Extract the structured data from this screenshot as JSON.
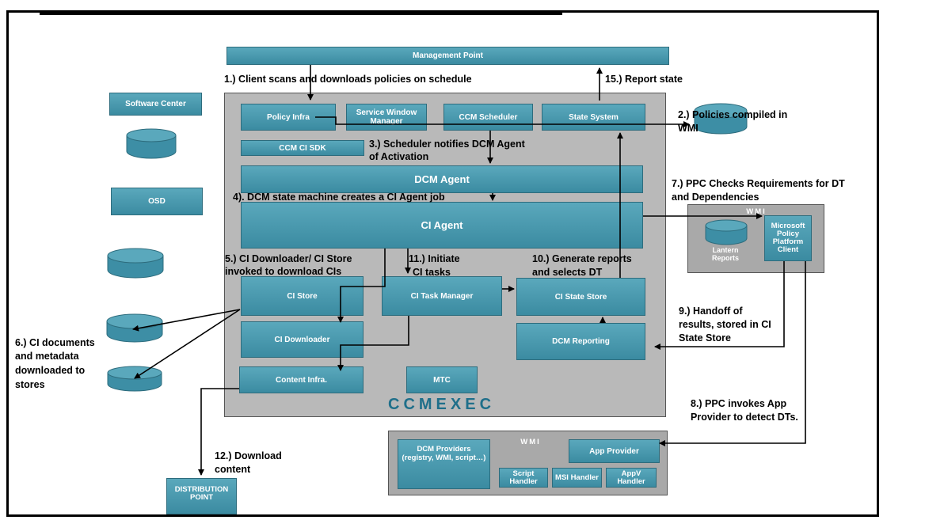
{
  "boxes": {
    "management_point": "Management Point",
    "software_center": "Software Center",
    "osd": "OSD",
    "policy_infra": "Policy Infra",
    "service_window_manager": "Service Window Manager",
    "ccm_scheduler": "CCM Scheduler",
    "state_system": "State System",
    "ccm_ci_sdk": "CCM CI SDK",
    "dcm_agent": "DCM Agent",
    "ci_agent": "CI Agent",
    "ci_store": "CI Store",
    "ci_task_manager": "CI Task Manager",
    "ci_state_store": "CI State Store",
    "ci_downloader": "CI Downloader",
    "dcm_reporting": "DCM Reporting",
    "content_infra": "Content Infra.",
    "mtc": "MTC",
    "ccmexec": "CCMEXEC",
    "wmi_right": "WMI",
    "lantern_reports": "Lantern Reports",
    "ppc": "Microsoft Policy Platform Client",
    "wmi_bottom": "WMI",
    "dcm_providers": "DCM Providers (registry, WMI, script…)",
    "app_provider": "App Provider",
    "script_handler": "Script Handler",
    "msi_handler": "MSI Handler",
    "appv_handler": "AppV Handler",
    "distribution_point": "DISTRIBUTION POINT"
  },
  "steps": {
    "s1": "1.) Client scans and downloads policies on schedule",
    "s15": "15.) Report state",
    "s2a": "2.) Policies compiled in",
    "s2b": "WMI",
    "s3a": "3.) Scheduler notifies DCM Agent",
    "s3b": "of Activation",
    "s4": "4). DCM state machine creates a CI Agent job",
    "s7a": "7.) PPC Checks Requirements for DT",
    "s7b": "and Dependencies",
    "s5a": "5.)  CI Downloader/ CI Store",
    "s5b": "invoked to download CIs",
    "s11a": "11.) Initiate",
    "s11b": "CI tasks",
    "s10a": "10.) Generate reports",
    "s10b": "and selects DT",
    "s9a": "9.) Handoff of",
    "s9b": "results, stored in CI",
    "s9c": "State Store",
    "s6a": "6.) CI documents",
    "s6b": "and metadata",
    "s6c": "downloaded to",
    "s6d": "stores",
    "s8a": "8.) PPC invokes App",
    "s8b": "Provider to detect DTs.",
    "s12a": "12.) Download",
    "s12b": "content"
  },
  "colors": {
    "box_fill": "#4a9ab0",
    "box_border": "#2d6c7d",
    "container_fill": "#b9b9b9",
    "ccmexec_text": "#1f6f8a"
  }
}
